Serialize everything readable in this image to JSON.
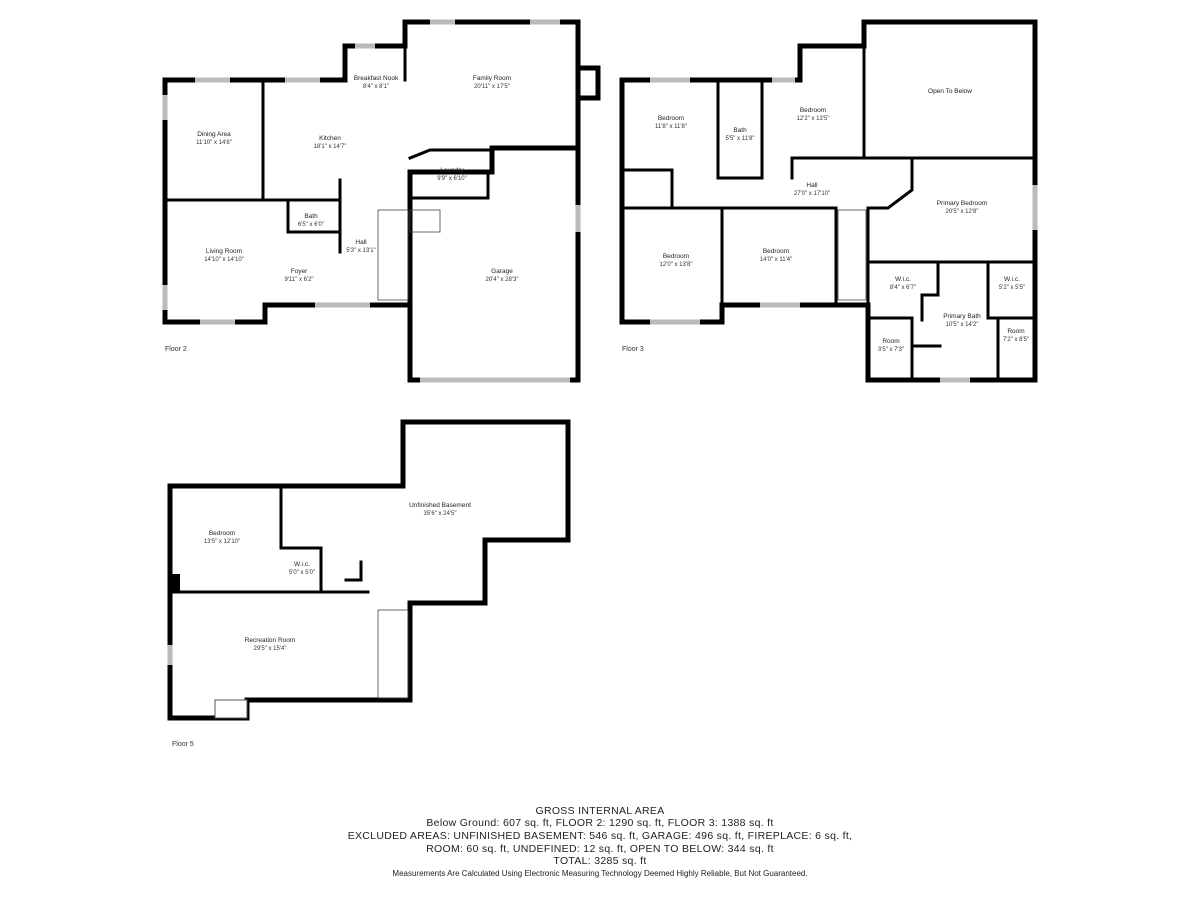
{
  "floors": [
    {
      "label": "Floor 2",
      "rooms": [
        {
          "name": "Breakfast Nook",
          "dim": "8'4\" x 8'1\""
        },
        {
          "name": "Family Room",
          "dim": "20'11\" x 17'5\""
        },
        {
          "name": "Dining Area",
          "dim": "11'10\" x 14'8\""
        },
        {
          "name": "Kitchen",
          "dim": "18'1\" x 14'7\""
        },
        {
          "name": "Laundry",
          "dim": "9'9\" x 6'10\""
        },
        {
          "name": "Bath",
          "dim": "6'5\" x 6'0\""
        },
        {
          "name": "Hall",
          "dim": "5'3\" x 13'1\""
        },
        {
          "name": "Living Room",
          "dim": "14'10\" x 14'10\""
        },
        {
          "name": "Foyer",
          "dim": "9'11\" x 6'2\""
        },
        {
          "name": "Garage",
          "dim": "20'4\" x 28'3\""
        }
      ]
    },
    {
      "label": "Floor 3",
      "rooms": [
        {
          "name": "Bedroom",
          "dim": "11'8\" x 11'8\""
        },
        {
          "name": "Bath",
          "dim": "5'5\" x 11'8\""
        },
        {
          "name": "Bedroom",
          "dim": "12'2\" x 13'5\""
        },
        {
          "name": "Open To Below",
          "dim": ""
        },
        {
          "name": "Hall",
          "dim": "27'0\" x 17'10\""
        },
        {
          "name": "Primary Bedroom",
          "dim": "20'5\" x 12'8\""
        },
        {
          "name": "Bedroom",
          "dim": "12'0\" x 13'8\""
        },
        {
          "name": "Bedroom",
          "dim": "14'0\" x 11'4\""
        },
        {
          "name": "W.i.c.",
          "dim": "8'4\" x 6'7\""
        },
        {
          "name": "W.i.c.",
          "dim": "5'2\" x 5'5\""
        },
        {
          "name": "Primary Bath",
          "dim": "10'5\" x 14'2\""
        },
        {
          "name": "Room",
          "dim": "7'2\" x 8'5\""
        },
        {
          "name": "Room",
          "dim": "3'5\" x 7'3\""
        }
      ]
    },
    {
      "label": "Floor 5",
      "rooms": [
        {
          "name": "Unfinished Basement",
          "dim": "35'6\" x 24'5\""
        },
        {
          "name": "Bedroom",
          "dim": "13'5\" x 12'10\""
        },
        {
          "name": "W.i.c.",
          "dim": "5'0\" x 5'0\""
        },
        {
          "name": "Recreation Room",
          "dim": "29'5\" x 15'4\""
        }
      ]
    }
  ],
  "summary": {
    "title": "GROSS INTERNAL AREA",
    "line1": "Below Ground: 607 sq. ft, FLOOR 2: 1290 sq. ft, FLOOR 3: 1388 sq. ft",
    "line2": "EXCLUDED AREAS: UNFINISHED BASEMENT: 546 sq. ft, GARAGE: 496 sq. ft, FIREPLACE: 6 sq. ft,",
    "line3": "ROOM: 60 sq. ft, UNDEFINED: 12 sq. ft, OPEN TO BELOW: 344 sq. ft",
    "total": "TOTAL: 3285 sq. ft",
    "note": "Measurements Are Calculated Using Electronic Measuring Technology Deemed Highly Reliable, But Not Guaranteed."
  }
}
